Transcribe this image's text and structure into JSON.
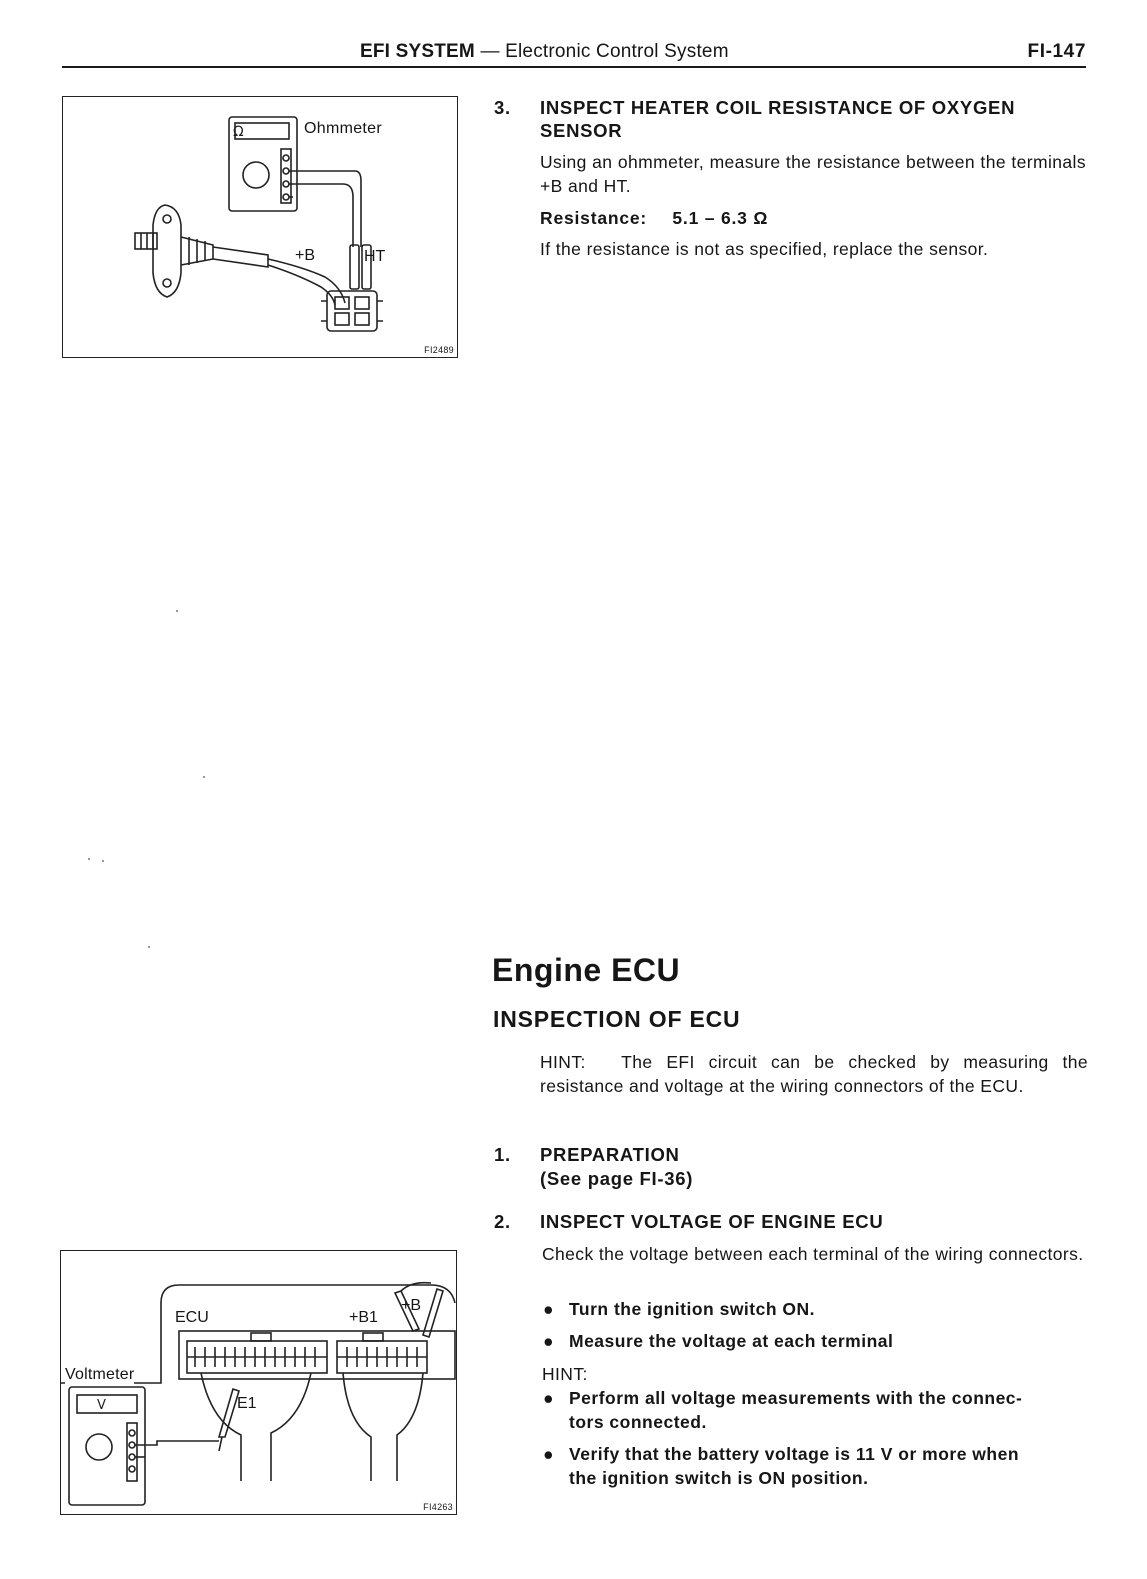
{
  "header": {
    "system": "EFI SYSTEM",
    "separator": "—",
    "section": "Electronic Control System",
    "page": "FI-147"
  },
  "figure1": {
    "code": "FI2489",
    "meter_label": "Ohmmeter",
    "meter_symbol": "Ω",
    "terminal_b": "+B",
    "terminal_ht": "HT"
  },
  "step3": {
    "number": "3.",
    "title_line1": "INSPECT HEATER COIL RESISTANCE OF OXYGEN",
    "title_line2": "SENSOR",
    "instruction": "Using an ohmmeter, measure the resistance between the terminals +B and HT.",
    "resistance_label": "Resistance:",
    "resistance_value": "5.1 – 6.3 Ω",
    "note": "If the resistance is not as specified, replace the sensor."
  },
  "engine_ecu": {
    "heading": "Engine ECU",
    "subheading": "INSPECTION OF ECU",
    "hint_label": "HINT:",
    "hint_text": "The EFI circuit can be checked by measuring the resistance and voltage at the wiring connectors of the ECU."
  },
  "step1": {
    "number": "1.",
    "title": "PREPARATION",
    "subtitle": "(See page FI-36)"
  },
  "step2": {
    "number": "2.",
    "title": "INSPECT VOLTAGE OF ENGINE ECU",
    "instruction": "Check the voltage between each terminal of the wiring connectors.",
    "bullet_char": "●",
    "actions": [
      "Turn the ignition switch ON.",
      "Measure the voltage at each terminal"
    ],
    "hint_label": "HINT:",
    "hints": [
      {
        "line1": "Perform all voltage measurements with the connec-",
        "line2": "tors connected."
      },
      {
        "line1": "Verify that the battery voltage is 11 V or more when",
        "line2": "the ignition switch is ON position."
      }
    ]
  },
  "figure2": {
    "code": "FI4263",
    "meter_label": "Voltmeter",
    "meter_symbol": "V",
    "ecu_label": "ECU",
    "terminal_b1": "+B1",
    "terminal_b": "+B",
    "terminal_e1": "E1"
  }
}
